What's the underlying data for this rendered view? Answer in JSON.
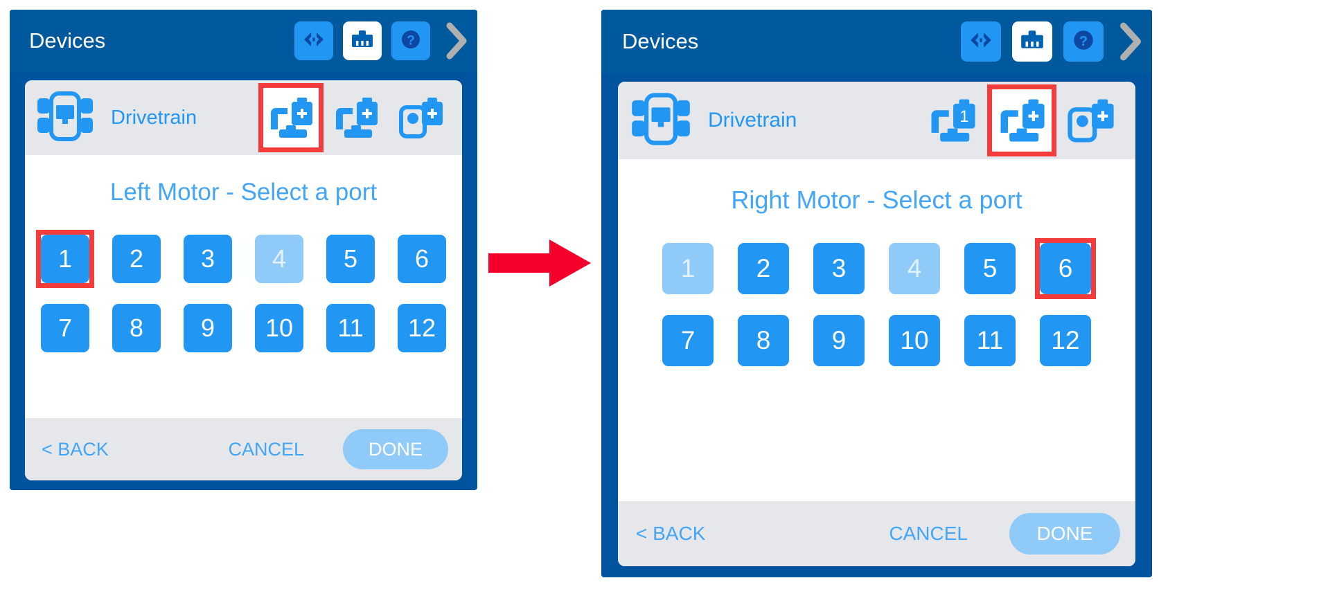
{
  "accent": {
    "header_blue": "#00599c",
    "panel_border": "#00539f",
    "primary_blue": "#2196f3",
    "light_blue": "#90caf9",
    "text_blue": "#42a5f5",
    "highlight_red": "#f43c3c",
    "row_gray": "#e5e7eb",
    "chevron_gray": "#b0b0b0",
    "white": "#ffffff"
  },
  "panels": [
    {
      "id": "left-motor-step",
      "header": {
        "title": "Devices",
        "buttons": [
          {
            "name": "code-view-button",
            "icon": "code-brackets-icon",
            "style": "blue"
          },
          {
            "name": "devices-button",
            "icon": "device-port-icon",
            "style": "white"
          },
          {
            "name": "help-button",
            "icon": "question-mark-icon",
            "style": "blue"
          }
        ],
        "chevron": {
          "name": "collapse-chevron-icon",
          "glyph": ">"
        }
      },
      "device_row": {
        "icon": "drivetrain-icon",
        "label": "Drivetrain",
        "slots": [
          {
            "name": "left-motor-slot",
            "badge": "+",
            "highlighted": true
          },
          {
            "name": "right-motor-slot",
            "badge": "+",
            "highlighted": false
          },
          {
            "name": "gyro-sensor-slot",
            "badge": "+",
            "highlighted": false,
            "type": "gyro"
          }
        ]
      },
      "prompt": "Left Motor - Select a port",
      "ports": [
        {
          "label": "1",
          "state": "available",
          "highlighted": true
        },
        {
          "label": "2",
          "state": "available",
          "highlighted": false
        },
        {
          "label": "3",
          "state": "available",
          "highlighted": false
        },
        {
          "label": "4",
          "state": "disabled",
          "highlighted": false
        },
        {
          "label": "5",
          "state": "available",
          "highlighted": false
        },
        {
          "label": "6",
          "state": "available",
          "highlighted": false
        },
        {
          "label": "7",
          "state": "available",
          "highlighted": false
        },
        {
          "label": "8",
          "state": "available",
          "highlighted": false
        },
        {
          "label": "9",
          "state": "available",
          "highlighted": false
        },
        {
          "label": "10",
          "state": "available",
          "highlighted": false
        },
        {
          "label": "11",
          "state": "available",
          "highlighted": false
        },
        {
          "label": "12",
          "state": "available",
          "highlighted": false
        }
      ],
      "footer": {
        "back": "< BACK",
        "cancel": "CANCEL",
        "done": "DONE"
      }
    },
    {
      "id": "right-motor-step",
      "header": {
        "title": "Devices",
        "buttons": [
          {
            "name": "code-view-button",
            "icon": "code-brackets-icon",
            "style": "blue"
          },
          {
            "name": "devices-button",
            "icon": "device-port-icon",
            "style": "white"
          },
          {
            "name": "help-button",
            "icon": "question-mark-icon",
            "style": "blue"
          }
        ],
        "chevron": {
          "name": "collapse-chevron-icon",
          "glyph": ">"
        }
      },
      "device_row": {
        "icon": "drivetrain-icon",
        "label": "Drivetrain",
        "slots": [
          {
            "name": "left-motor-slot",
            "badge": "1",
            "highlighted": false
          },
          {
            "name": "right-motor-slot",
            "badge": "+",
            "highlighted": true
          },
          {
            "name": "gyro-sensor-slot",
            "badge": "+",
            "highlighted": false,
            "type": "gyro"
          }
        ]
      },
      "prompt": "Right Motor - Select a port",
      "ports": [
        {
          "label": "1",
          "state": "disabled",
          "highlighted": false
        },
        {
          "label": "2",
          "state": "available",
          "highlighted": false
        },
        {
          "label": "3",
          "state": "available",
          "highlighted": false
        },
        {
          "label": "4",
          "state": "disabled",
          "highlighted": false
        },
        {
          "label": "5",
          "state": "available",
          "highlighted": false
        },
        {
          "label": "6",
          "state": "available",
          "highlighted": true
        },
        {
          "label": "7",
          "state": "available",
          "highlighted": false
        },
        {
          "label": "8",
          "state": "available",
          "highlighted": false
        },
        {
          "label": "9",
          "state": "available",
          "highlighted": false
        },
        {
          "label": "10",
          "state": "available",
          "highlighted": false
        },
        {
          "label": "11",
          "state": "available",
          "highlighted": false
        },
        {
          "label": "12",
          "state": "available",
          "highlighted": false
        }
      ],
      "footer": {
        "back": "< BACK",
        "cancel": "CANCEL",
        "done": "DONE"
      }
    }
  ],
  "flow_arrow": {
    "name": "flow-arrow-icon",
    "color": "#f4002b",
    "direction": "right"
  }
}
